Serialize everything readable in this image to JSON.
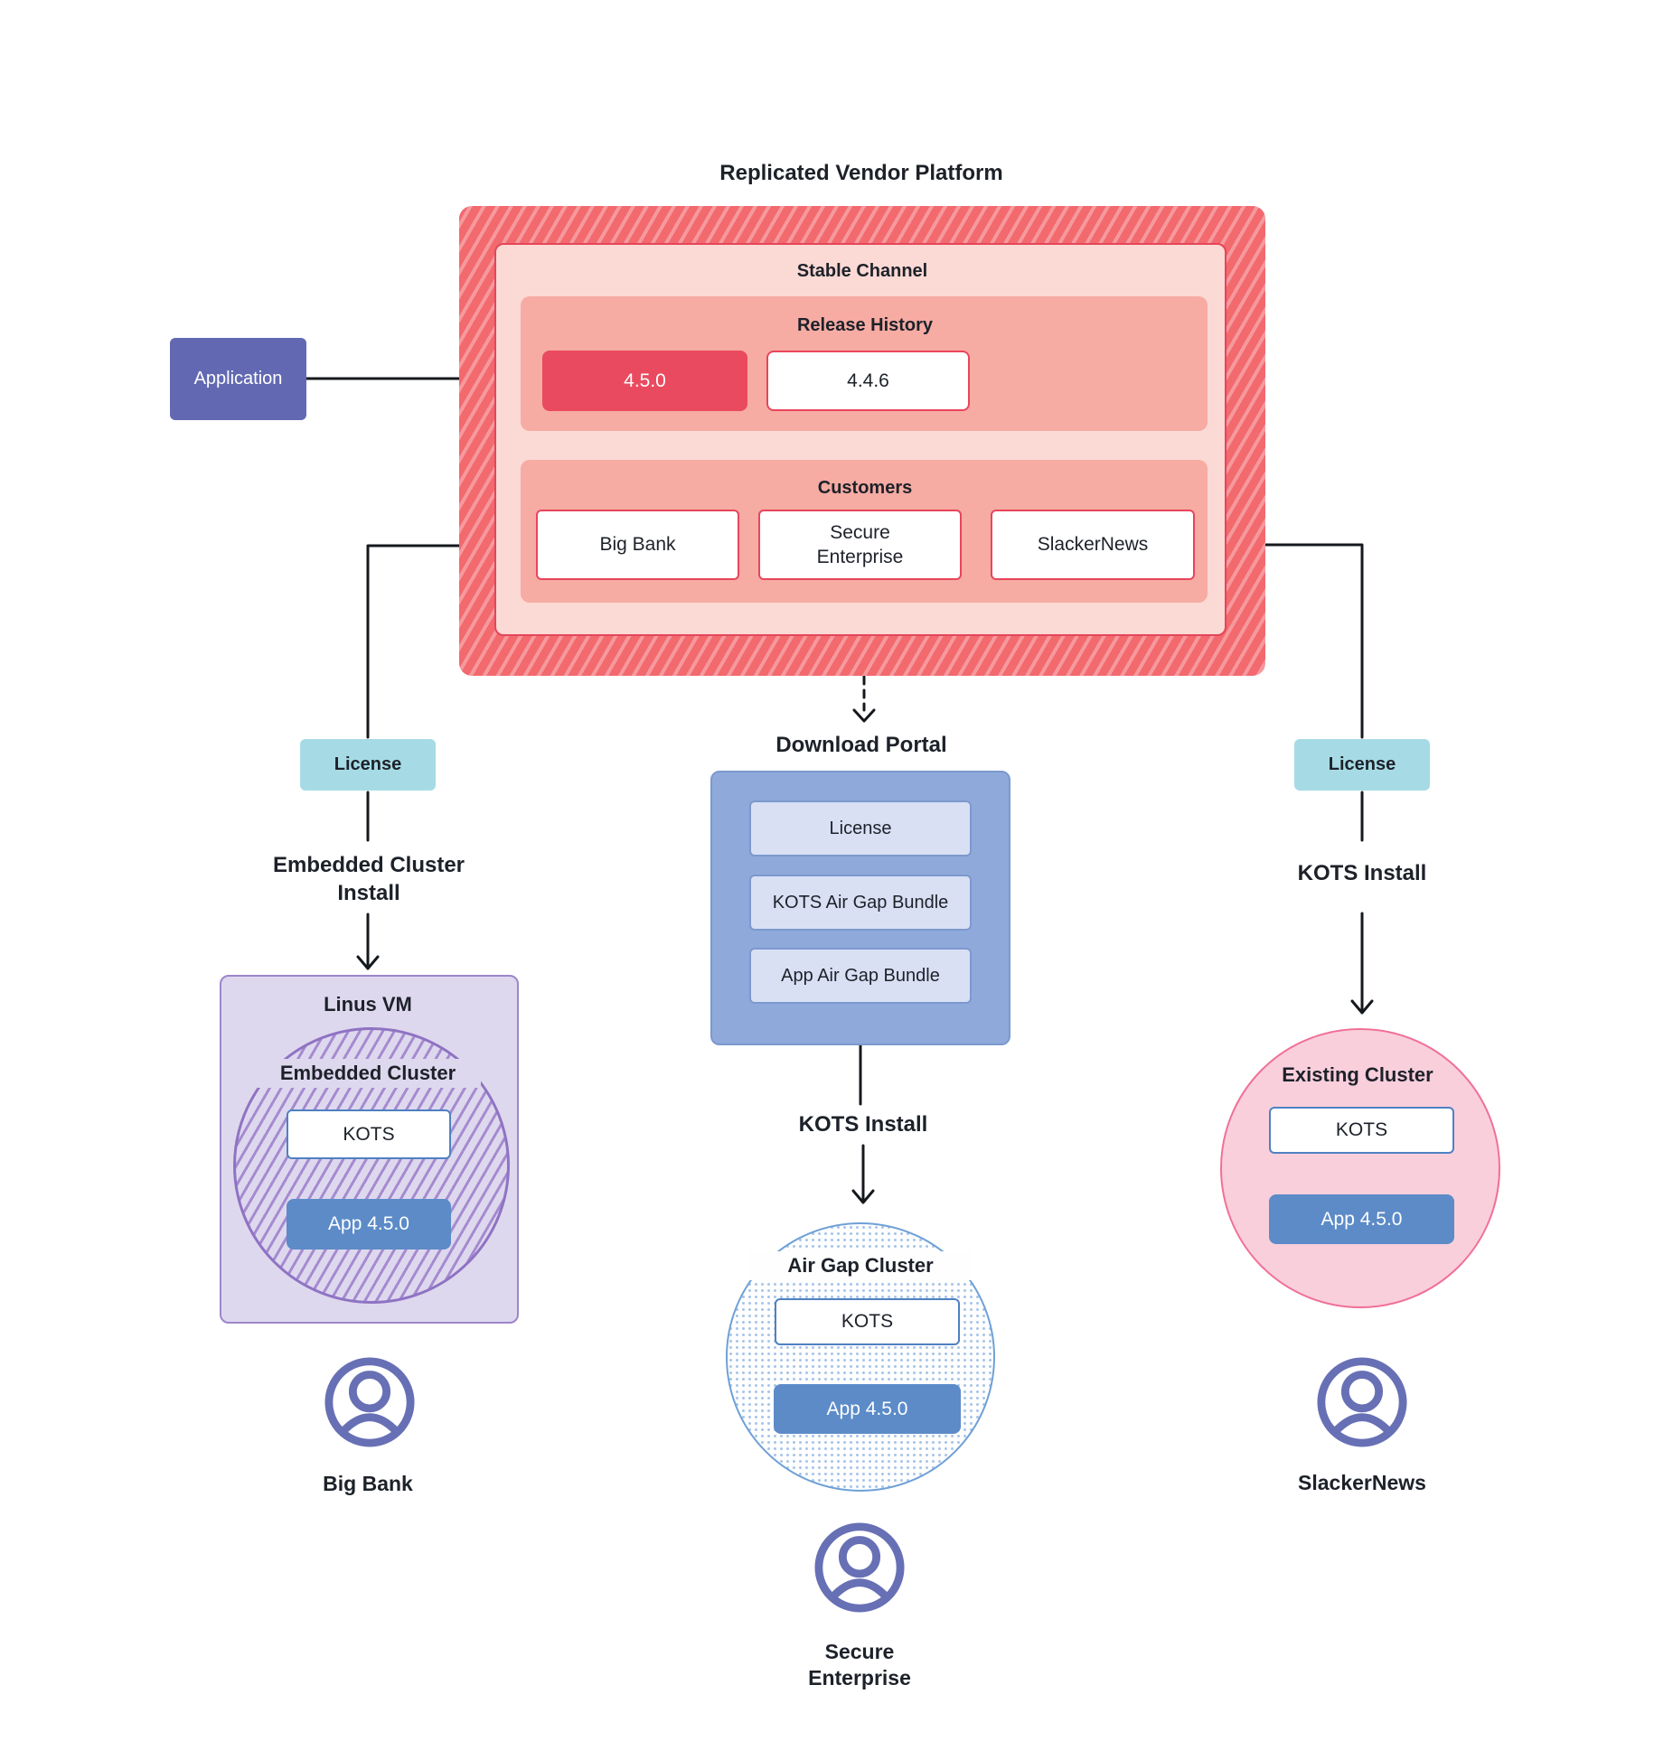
{
  "title": "Replicated Vendor Platform",
  "application": {
    "label": "Application"
  },
  "platform": {
    "stable_channel": "Stable Channel",
    "release_history": {
      "label": "Release History",
      "current": "4.5.0",
      "previous": "4.4.6"
    },
    "customers": {
      "label": "Customers",
      "big_bank": "Big Bank",
      "secure_enterprise": "Secure\nEnterprise",
      "slackernews": "SlackerNews"
    }
  },
  "left_flow": {
    "license": "License",
    "install": "Embedded Cluster Install",
    "vm": "Linus VM",
    "cluster": "Embedded Cluster",
    "kots": "KOTS",
    "app": "App 4.5.0",
    "user": "Big Bank"
  },
  "center_flow": {
    "portal_label": "Download Portal",
    "portal_items": {
      "license": "License",
      "kots_bundle": "KOTS Air Gap Bundle",
      "app_bundle": "App Air Gap Bundle"
    },
    "install": "KOTS Install",
    "cluster": "Air Gap Cluster",
    "kots": "KOTS",
    "app": "App 4.5.0",
    "user": "Secure\nEnterprise"
  },
  "right_flow": {
    "license": "License",
    "install": "KOTS Install",
    "cluster": "Existing Cluster",
    "kots": "KOTS",
    "app": "App 4.5.0",
    "user": "SlackerNews"
  },
  "colors": {
    "red_base": "#F2696E",
    "red_stripe": "#F6999D",
    "stable_fill": "#FBD9D4",
    "stable_border": "#E4465A",
    "salmon": "#F6ABA3",
    "release_red": "#EA4A5F",
    "box_red_border": "#E8455C",
    "indigo": "#6269B2",
    "teal": "#A6DBE5",
    "portal_blue": "#8FA9DB",
    "portal_item_fill": "#D9E0F4",
    "portal_item_border": "#7C99CE",
    "app_blue": "#5C8BC8",
    "kots_border": "#4F81C2",
    "purple_fill": "#DED8EE",
    "purple_border": "#9C86CA",
    "hatch_purple": "#A58BD0",
    "circle_purple_border": "#8F73C3",
    "pink_fill": "#F9CFDC",
    "pink_border": "#F07098",
    "dot_blue": "#A9C6E8",
    "airgap_border": "#6FA0D6",
    "person": "#6770B5",
    "ink": "#1D2129",
    "line": "#15181D"
  }
}
